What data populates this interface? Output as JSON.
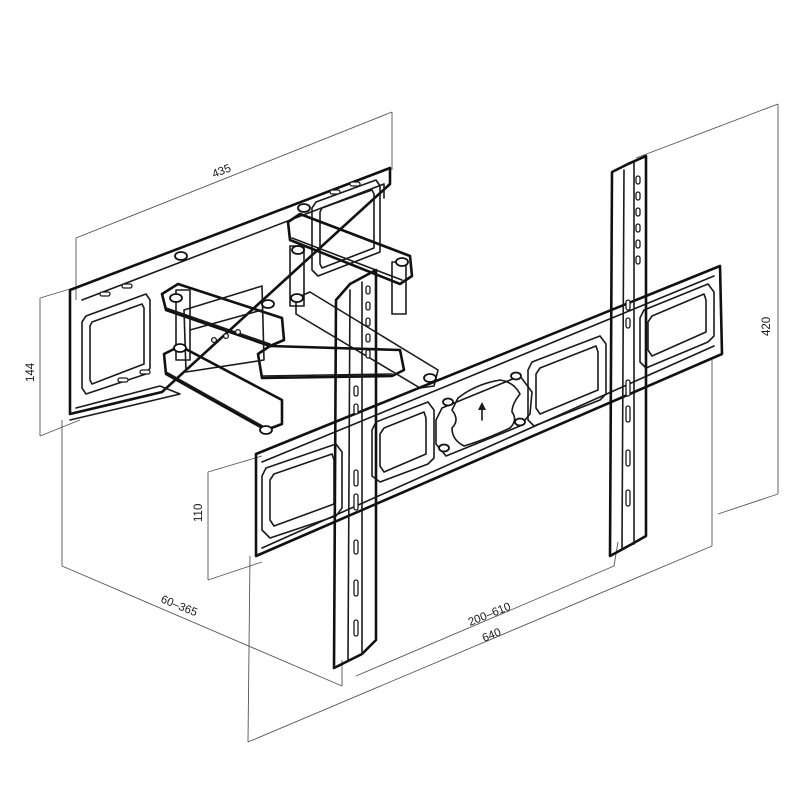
{
  "dimensions": {
    "wall_plate_width": "435",
    "wall_plate_height": "144",
    "extension_range": "60–365",
    "rail_height": "110",
    "vertical_mount_spacing": "420",
    "horizontal_mount_spacing": "200–610",
    "overall_width": "640"
  },
  "colors": {
    "line": "#1a1a1a",
    "background": "#ffffff"
  },
  "icons": {
    "up_arrow": "arrow-up-icon"
  }
}
